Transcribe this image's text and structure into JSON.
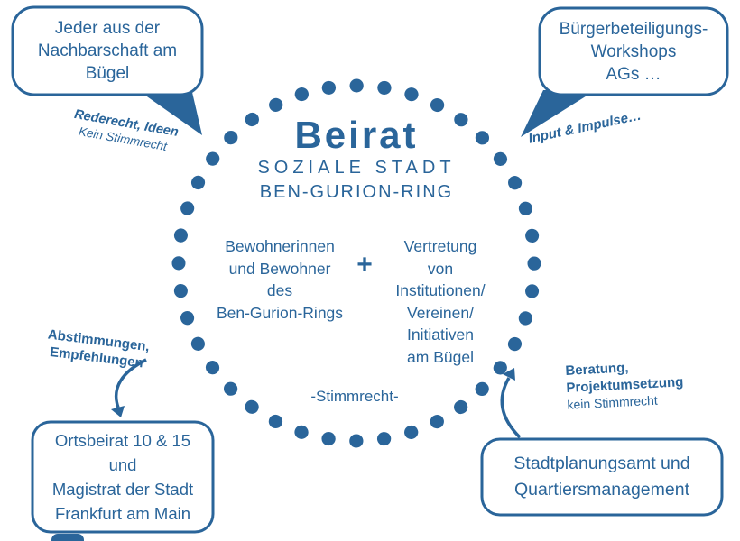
{
  "colors": {
    "primary": "#2a659a"
  },
  "circle": {
    "title": "Beirat",
    "subtitle_line1": "SOZIALE STADT",
    "subtitle_line2": "BEN-GURION-RING",
    "residents": {
      "line1": "Bewohnerinnen",
      "line2": "und Bewohner",
      "line3": "des",
      "line4": "Ben-Gurion-Rings"
    },
    "plus_sign": "+",
    "representation": {
      "line1": "Vertretung",
      "line2": "von",
      "line3": "Institutionen/",
      "line4": "Vereinen/",
      "line5": "Initiativen",
      "line6": "am Bügel"
    },
    "voting_right": "-Stimmrecht-"
  },
  "bubbles": {
    "neighborhood": {
      "line1": "Jeder aus der",
      "line2": "Nachbarschaft am",
      "line3": "Bügel"
    },
    "participation": {
      "line1": "Bürgerbeteiligungs-",
      "line2": "Workshops",
      "line3": "AGs …"
    },
    "city_council": {
      "line1": "Ortsbeirat 10 & 15",
      "line2": "und",
      "line3": "Magistrat der Stadt",
      "line4": "Frankfurt am Main"
    },
    "planning_office": {
      "line1": "Stadtplanungsamt und",
      "line2": "Quartiersmanagement"
    }
  },
  "notes": {
    "speech_rights": {
      "bold": "Rederecht, Ideen",
      "regular": "Kein Stimmrecht"
    },
    "input": {
      "bold": "Input & Impulse…"
    },
    "votes": {
      "line1": "Abstimmungen,",
      "line2": "Empfehlungen"
    },
    "consulting": {
      "line1": "Beratung,",
      "line2": "Projektumsetzung",
      "line3": "kein Stimmrecht"
    }
  }
}
